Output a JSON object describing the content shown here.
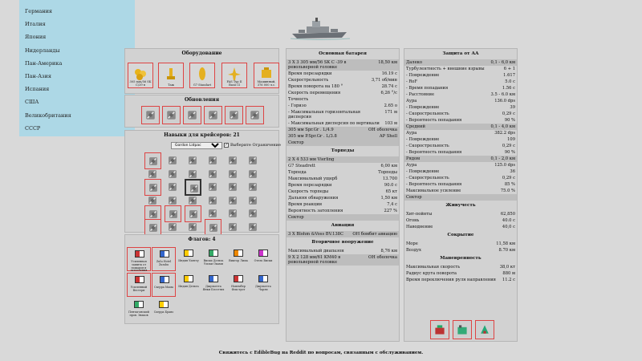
{
  "nations": [
    "Германия",
    "Италия",
    "Япония",
    "Нидерланды",
    "Пан-Америка",
    "Пан-Азия",
    "Испания",
    "США",
    "Великобритания",
    "СССР"
  ],
  "equipment": {
    "title": "Оборудование",
    "slots": [
      {
        "caption": "305 mm/56 SK C/39 в",
        "icon": "shells-icon"
      },
      {
        "caption": "Tаж",
        "icon": "gun-icon"
      },
      {
        "caption": "G7 Standart",
        "icon": "torpedo-icon"
      },
      {
        "caption": "FAS Typ II Basic II",
        "icon": "plane-icon"
      },
      {
        "caption": "Машинный, 376 000 л.с.",
        "icon": "engine-icon"
      }
    ]
  },
  "upgrades": {
    "title": "Обновления",
    "icons": [
      "main-battery-mod-icon",
      "aux-armaments-mod-icon",
      "engine-room-mod-icon",
      "gun-fire-control-icon",
      "aa-guns-mod-icon",
      "torpedo-mod-icon"
    ]
  },
  "skills": {
    "title": "Навыки для крейсеров: 21",
    "nation_select": "Gordon Lidpac",
    "checkbox_label": "Выберите Ограничение",
    "checked": true
  },
  "flags": {
    "title": "Флагов: 4",
    "items": [
      {
        "caption": "Усиленная зашита от пожаров и затопления",
        "on": true,
        "icon": "flag-1-icon"
      },
      {
        "caption": "Zulu Hotel Zumbu",
        "on": true,
        "icon": "flag-2-icon"
      },
      {
        "caption": "Индия Уантеу",
        "on": false,
        "icon": "flag-3-icon"
      },
      {
        "caption": "Виски Дельта Уиски Оками",
        "on": false,
        "icon": "flag-4-icon"
      },
      {
        "caption": "Виктор Лима",
        "on": false,
        "icon": "flag-5-icon"
      },
      {
        "caption": "Отель Виски",
        "on": false,
        "icon": "flag-6-icon"
      },
      {
        "caption": "Усиленный Вестерн",
        "on": true,
        "icon": "flag-7-icon"
      },
      {
        "caption": "Сьерра Мама",
        "on": true,
        "icon": "flag-8-icon"
      },
      {
        "caption": "Индия Дельта",
        "on": false,
        "icon": "flag-9-icon"
      },
      {
        "caption": "Джульетта Янки Бэссетих",
        "on": false,
        "icon": "flag-10-icon"
      },
      {
        "caption": "Новембер Фокстрот",
        "on": false,
        "icon": "flag-11-icon"
      },
      {
        "caption": "Джульетта Чарли",
        "on": false,
        "icon": "flag-12-icon"
      },
      {
        "caption": "Пентагонский пров. Знаков",
        "on": false,
        "icon": "flag-13-icon"
      },
      {
        "caption": "Сьерра Браво",
        "on": false,
        "icon": "flag-14-icon"
      }
    ]
  },
  "main_battery": {
    "title": "Основная батарея",
    "rows": [
      {
        "k": "3 X 3 305 мм/56 SK C -39 в револьверной головке",
        "v": "18,50 км",
        "shade": true
      },
      {
        "k": "Время перезарядки",
        "v": "16.19 с"
      },
      {
        "k": "Скорострельность",
        "v": "3,71 об/мин"
      },
      {
        "k": "Время поворота на 180 °",
        "v": "28.74 с"
      },
      {
        "k": "Скорость перемещения",
        "v": "6,26 °/с"
      },
      {
        "k": "Точность",
        "v": ""
      },
      {
        "k": "- Горизо",
        "v": "2.65 о"
      },
      {
        "k": "- Максимальная горизонтальная дисперсия",
        "v": "171 м"
      },
      {
        "k": "- Максимальная дисперсия по вертикали",
        "v": "103 м"
      },
      {
        "k": "305 мм Spr.Gr . L/4.9",
        "v": "OH оболочка",
        "shade": true
      },
      {
        "k": "305 мм P.Spr.Gr . L/3.8",
        "v": "AP Shell",
        "shade": true
      },
      {
        "k": "Сектор",
        "v": "",
        "shade": true
      }
    ]
  },
  "torpedoes": {
    "title": "Торпеды",
    "rows": [
      {
        "k": "2 X 4 533 мм Vierling",
        "v": "",
        "shade": true
      },
      {
        "k": "G7 Steadrett",
        "v": "6,00 км"
      },
      {
        "k": "Торпеда",
        "v": "Торпеды"
      },
      {
        "k": "Максимальный ущерб",
        "v": "13.700"
      },
      {
        "k": "Время перезарядки",
        "v": "90.0 с"
      },
      {
        "k": "Скорость торпеды",
        "v": "65 кт"
      },
      {
        "k": "Дальняя обнаружения",
        "v": "1,50 км"
      },
      {
        "k": "Время реакции",
        "v": "7,4 с"
      },
      {
        "k": "Вероятность затопления",
        "v": "227 %"
      },
      {
        "k": "Сектор",
        "v": "",
        "shade": true
      }
    ]
  },
  "aviation": {
    "title": "Авиация",
    "rows": [
      {
        "k": "3 X Blohm &Voss BV.138C",
        "v": "OH бомбит авиацию",
        "shade": true
      }
    ]
  },
  "secondary": {
    "title": "Вторичное вооружение",
    "rows": [
      {
        "k": "Максимальный диапазон",
        "v": "8,76 км"
      },
      {
        "k": "9 X 2 128 мм/61 KM40 в револьверной головке",
        "v": "OH оболочка",
        "shade": true
      }
    ]
  },
  "aa_defense": {
    "title": "Защита от АА",
    "rows": [
      {
        "k": "Далеко",
        "v": "0,1 - 6,0 км",
        "shade": true
      },
      {
        "k": "Турбулентность + внешние взрывы",
        "v": "6 + 1"
      },
      {
        "k": "- Повреждение",
        "v": "1.617"
      },
      {
        "k": "- RoF",
        "v": "5.0 с"
      },
      {
        "k": "- Время попадания",
        "v": "1.56 с"
      },
      {
        "k": "- Расстояние",
        "v": "3.5 - 6.0 км"
      },
      {
        "k": "Аура",
        "v": "136.0 dps"
      },
      {
        "k": "- Повреждение",
        "v": "39"
      },
      {
        "k": "- Скорострельность",
        "v": "0,29 с"
      },
      {
        "k": "- Вероятность попадания",
        "v": "90 %"
      },
      {
        "k": "Средний",
        "v": "0,1 - 4,0 км",
        "shade": true
      },
      {
        "k": "Аура",
        "v": "382.2 dps"
      },
      {
        "k": "- Повреждение",
        "v": "109"
      },
      {
        "k": "- Скорострельность",
        "v": "0,29 с"
      },
      {
        "k": "- Вероятность попадания",
        "v": "90 %"
      },
      {
        "k": "Рядом",
        "v": "0,1 - 2,0 км",
        "shade": true
      },
      {
        "k": "Аура",
        "v": "125.0 dps"
      },
      {
        "k": "- Повреждение",
        "v": "36"
      },
      {
        "k": "- Скорострельность",
        "v": "0,29 с"
      },
      {
        "k": "- Вероятность попадания",
        "v": "85 %"
      },
      {
        "k": "Максимальное усиление",
        "v": "75.0 %"
      },
      {
        "k": "Сектор",
        "v": "",
        "shade": true
      }
    ]
  },
  "survivability": {
    "title": "Живучесть",
    "rows": [
      {
        "k": "Хит-пойнты",
        "v": "62,850"
      },
      {
        "k": "Огонь",
        "v": "40.0 с"
      },
      {
        "k": "Наводнение",
        "v": "40,0 с"
      }
    ]
  },
  "concealment": {
    "title": "Сокрытие",
    "rows": [
      {
        "k": "Море",
        "v": "11,58 км"
      },
      {
        "k": "Воздух",
        "v": "8.70 км"
      }
    ]
  },
  "maneuverability": {
    "title": "Маневренность",
    "rows": [
      {
        "k": "Максимальная скорость",
        "v": "38,0 кт"
      },
      {
        "k": "Радиус круга поворота",
        "v": "880 м"
      },
      {
        "k": "Время переключения руля направления",
        "v": "11.2 с"
      }
    ]
  },
  "bottom_icons": [
    "camo-icon",
    "signal-bundle-icon",
    "commander-icon"
  ],
  "footer": "Свяжитесь с EdibleBug на Reddit по вопросам, связанным с обслуживанием."
}
